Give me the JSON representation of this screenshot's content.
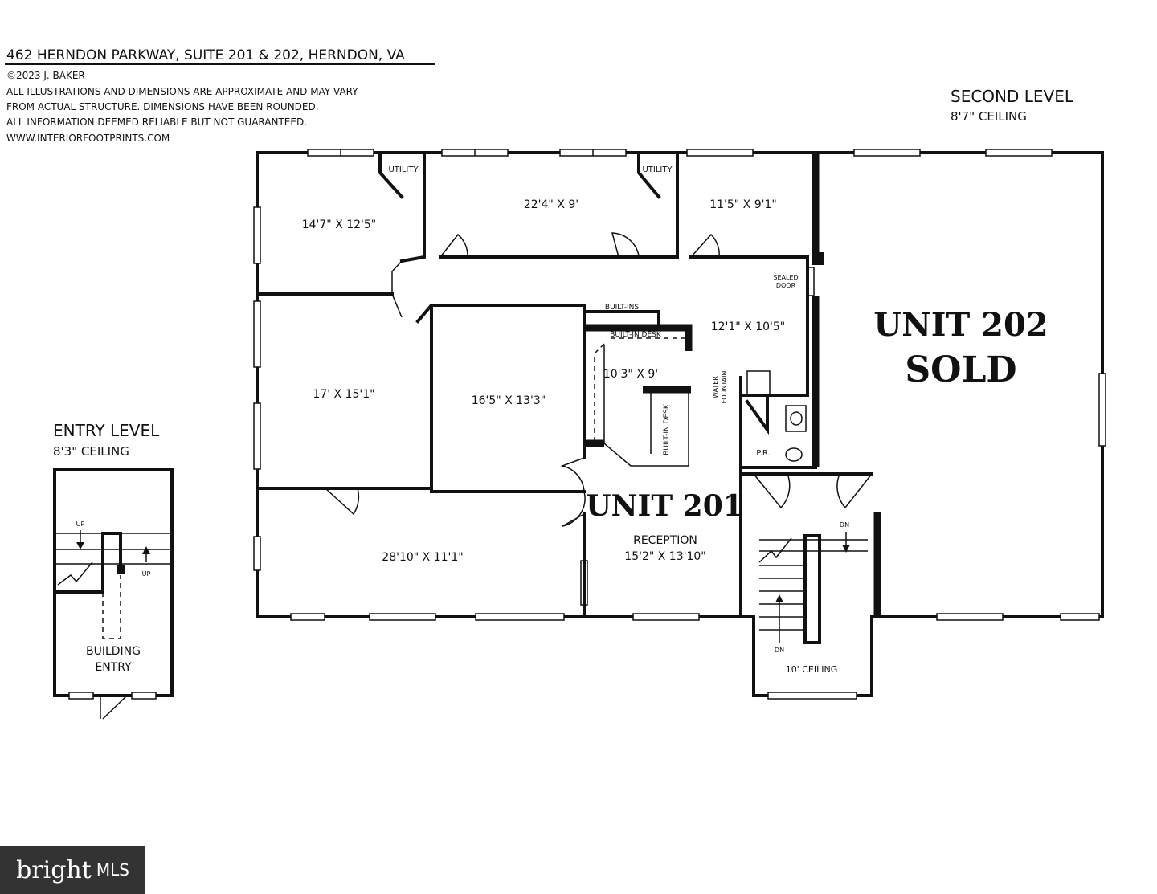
{
  "header": {
    "address": "462 HERNDON PARKWAY, SUITE 201 & 202, HERNDON, VA",
    "copyright": "©2023 J. BAKER",
    "disclaimer": [
      "ALL ILLUSTRATIONS AND DIMENSIONS ARE APPROXIMATE AND MAY VARY",
      "FROM ACTUAL STRUCTURE. DIMENSIONS HAVE BEEN ROUNDED.",
      "ALL INFORMATION DEEMED RELIABLE BUT NOT GUARANTEED.",
      "WWW.INTERIORFOOTPRINTS.COM"
    ]
  },
  "second_level": {
    "title": "SECOND LEVEL",
    "ceiling": "8'7\" CEILING"
  },
  "entry_level": {
    "title": "ENTRY LEVEL",
    "ceiling": "8'3\" CEILING",
    "up1": "UP",
    "up2": "UP",
    "building_entry": [
      "BUILDING",
      "ENTRY"
    ]
  },
  "rooms": {
    "r1": "14'7\" X 12'5\"",
    "r2": "22'4\" X 9'",
    "r3": "11'5\" X 9'1\"",
    "r4": "17' X 15'1\"",
    "r5": "16'5\" X 13'3\"",
    "r6": "10'3\" X 9'",
    "r7": "12'1\" X 10'5\"",
    "r8": "28'10\" X 11'1\"",
    "reception": "RECEPTION",
    "reception_dim": "15'2\" X 13'10\""
  },
  "labels": {
    "utility": "UTILITY",
    "builtins": "BUILT-INS",
    "builtin_desk": "BUILT-IN DESK",
    "sealed": [
      "SEALED",
      "DOOR"
    ],
    "water": [
      "WATER",
      "FOUNTAIN"
    ],
    "pr": "P.R.",
    "dn": "DN",
    "ceiling10": "10' CEILING"
  },
  "units": {
    "u201": "UNIT 201",
    "u202_line1": "UNIT 202",
    "u202_line2": "SOLD"
  },
  "badge": {
    "brand": "bright",
    "mls": "MLS"
  }
}
